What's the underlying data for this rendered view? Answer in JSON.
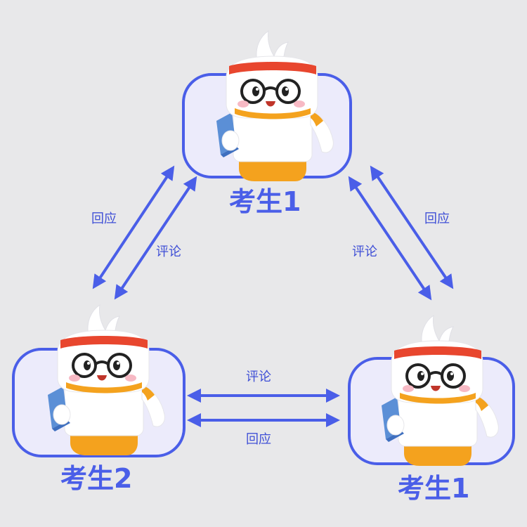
{
  "nodes": {
    "top": {
      "label": "考生1"
    },
    "left": {
      "label": "考生2"
    },
    "right": {
      "label": "考生1"
    }
  },
  "edges": {
    "top_left": {
      "outer_label": "回应",
      "inner_label": "评论"
    },
    "top_right": {
      "outer_label": "回应",
      "inner_label": "评论"
    },
    "left_right": {
      "upper_label": "评论",
      "lower_label": "回应"
    }
  },
  "colors": {
    "accent": "#4a5ee8",
    "background": "#e8e8ea",
    "card_fill": "#ecebfb",
    "headband": "#e8462e",
    "body_orange": "#f4a21e",
    "book_blue": "#5b8fd6"
  },
  "icons": {
    "character": "student-mascot-icon"
  }
}
